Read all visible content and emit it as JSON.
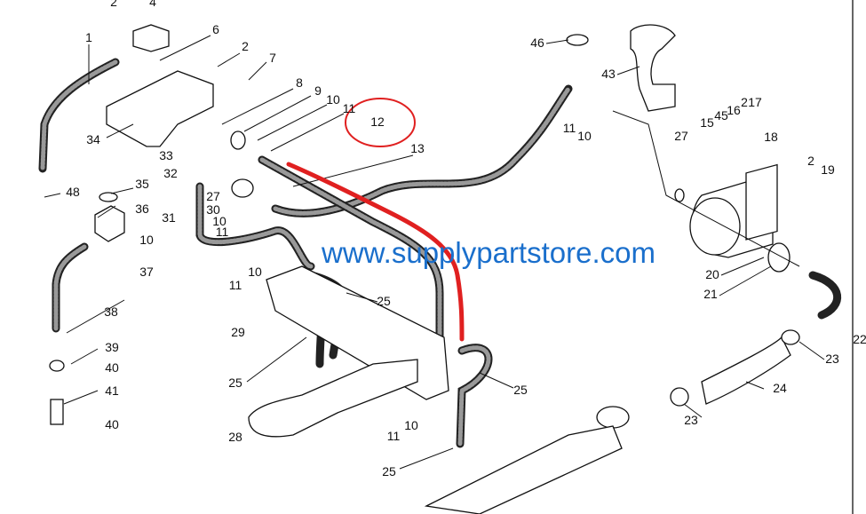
{
  "diagram": {
    "title": "Hydraulic hose assembly exploded view",
    "watermark": "www.supplypartstore.com",
    "highlight_color": "#e02020",
    "watermark_color": "#1a6fcc",
    "highlighted_part": "12",
    "labels": [
      "2",
      "4",
      "1",
      "6",
      "2",
      "7",
      "8",
      "9",
      "10",
      "11",
      "12",
      "13",
      "34",
      "33",
      "32",
      "35",
      "48",
      "36",
      "27",
      "30",
      "10",
      "31",
      "11",
      "10",
      "37",
      "38",
      "39",
      "40",
      "41",
      "40",
      "11",
      "10",
      "29",
      "25",
      "25",
      "28",
      "11",
      "10",
      "25",
      "25",
      "46",
      "43",
      "11",
      "10",
      "27",
      "15",
      "45",
      "16",
      "2",
      "17",
      "18",
      "2",
      "19",
      "20",
      "21",
      "22",
      "23",
      "24",
      "23"
    ]
  }
}
